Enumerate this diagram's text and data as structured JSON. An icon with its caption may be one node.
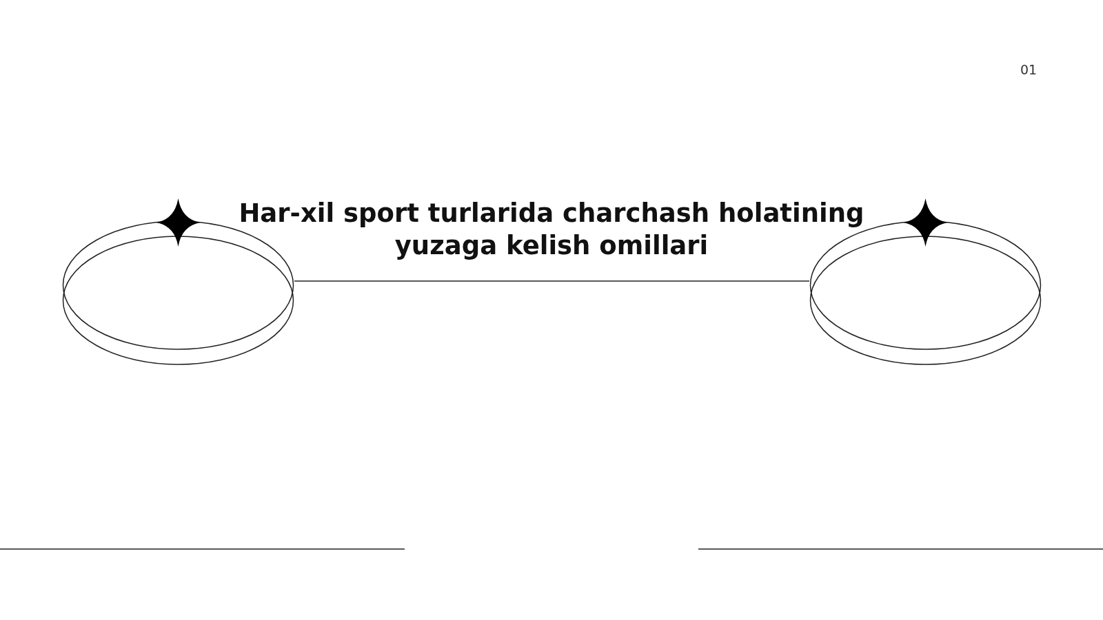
{
  "diagram": {
    "title": "Har-xil sport turlarida charchash holatining yuzaga kelish omillari",
    "nodes": [
      {
        "text": [],
        "shape": "ellipse"
      },
      {
        "text": [],
        "shape": "ellipse"
      }
    ],
    "edges": [
      {
        "from": 0,
        "to": 1,
        "arrow": "none"
      }
    ],
    "labels": [
      "01"
    ]
  }
}
